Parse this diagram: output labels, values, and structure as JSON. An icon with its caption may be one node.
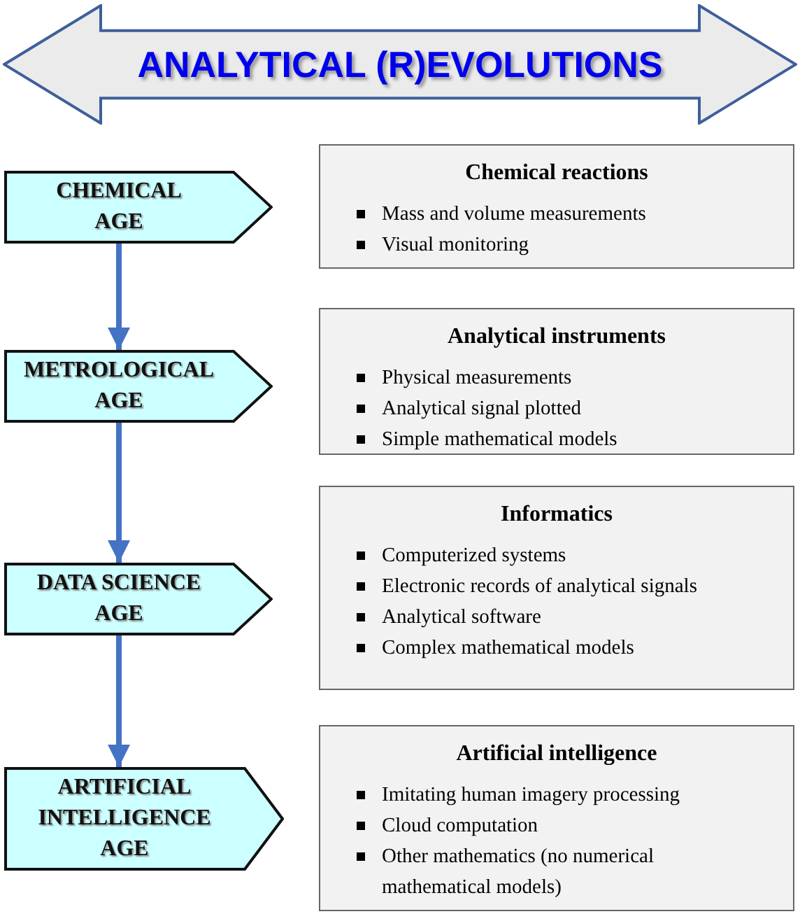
{
  "diagram": {
    "nodes": [
      {
        "text": [
          "ANALYTICAL (R)EVOLUTIONS"
        ]
      },
      {
        "text": [
          "CHEMICAL AGE"
        ]
      },
      {
        "text": [
          "METROLOGICAL AGE"
        ]
      },
      {
        "text": [
          "DATA SCIENCE AGE"
        ]
      },
      {
        "text": [
          "ARTIFICIAL INTELLIGENCE AGE"
        ]
      },
      {
        "text": [
          "Chemical reactions",
          "Mass and volume measurements",
          "Visual monitoring"
        ]
      },
      {
        "text": [
          "Analytical instruments",
          "Physical measurements",
          "Analytical signal plotted",
          "Simple mathematical models"
        ]
      },
      {
        "text": [
          "Informatics",
          "Computerized systems",
          "Electronic records of analytical signals",
          "Analytical software",
          "Complex mathematical models"
        ]
      },
      {
        "text": [
          "Artificial intelligence",
          "Imitating human imagery processing",
          "Cloud computation",
          "Other mathematics (no numerical mathematical models)"
        ]
      }
    ],
    "edges": [
      {
        "from": 1,
        "to": 2,
        "arrow": "to"
      },
      {
        "from": 2,
        "to": 3,
        "arrow": "to"
      },
      {
        "from": 3,
        "to": 4,
        "arrow": "to"
      }
    ]
  }
}
